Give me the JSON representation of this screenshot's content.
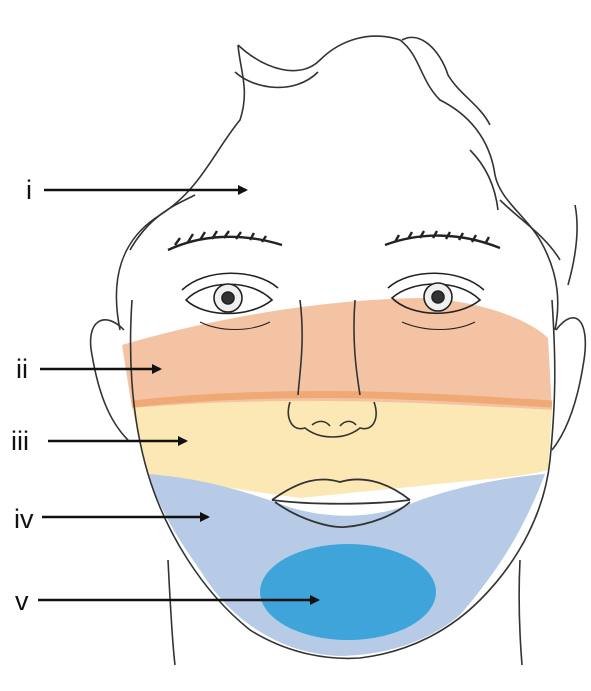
{
  "labels": {
    "i": "i",
    "ii": "ii",
    "iii": "iii",
    "iv": "iv",
    "v": "v"
  },
  "colors": {
    "zone_ii": "#f3c3a3",
    "zone_ii_edge": "#f0a874",
    "zone_iii": "#fbe8b4",
    "zone_iv": "#b7cbe6",
    "zone_v": "#3ea4d9",
    "line": "#333333",
    "arrow": "#111111"
  },
  "icons": {
    "arrow": "right-arrow-icon",
    "figure": "face-illustration"
  }
}
